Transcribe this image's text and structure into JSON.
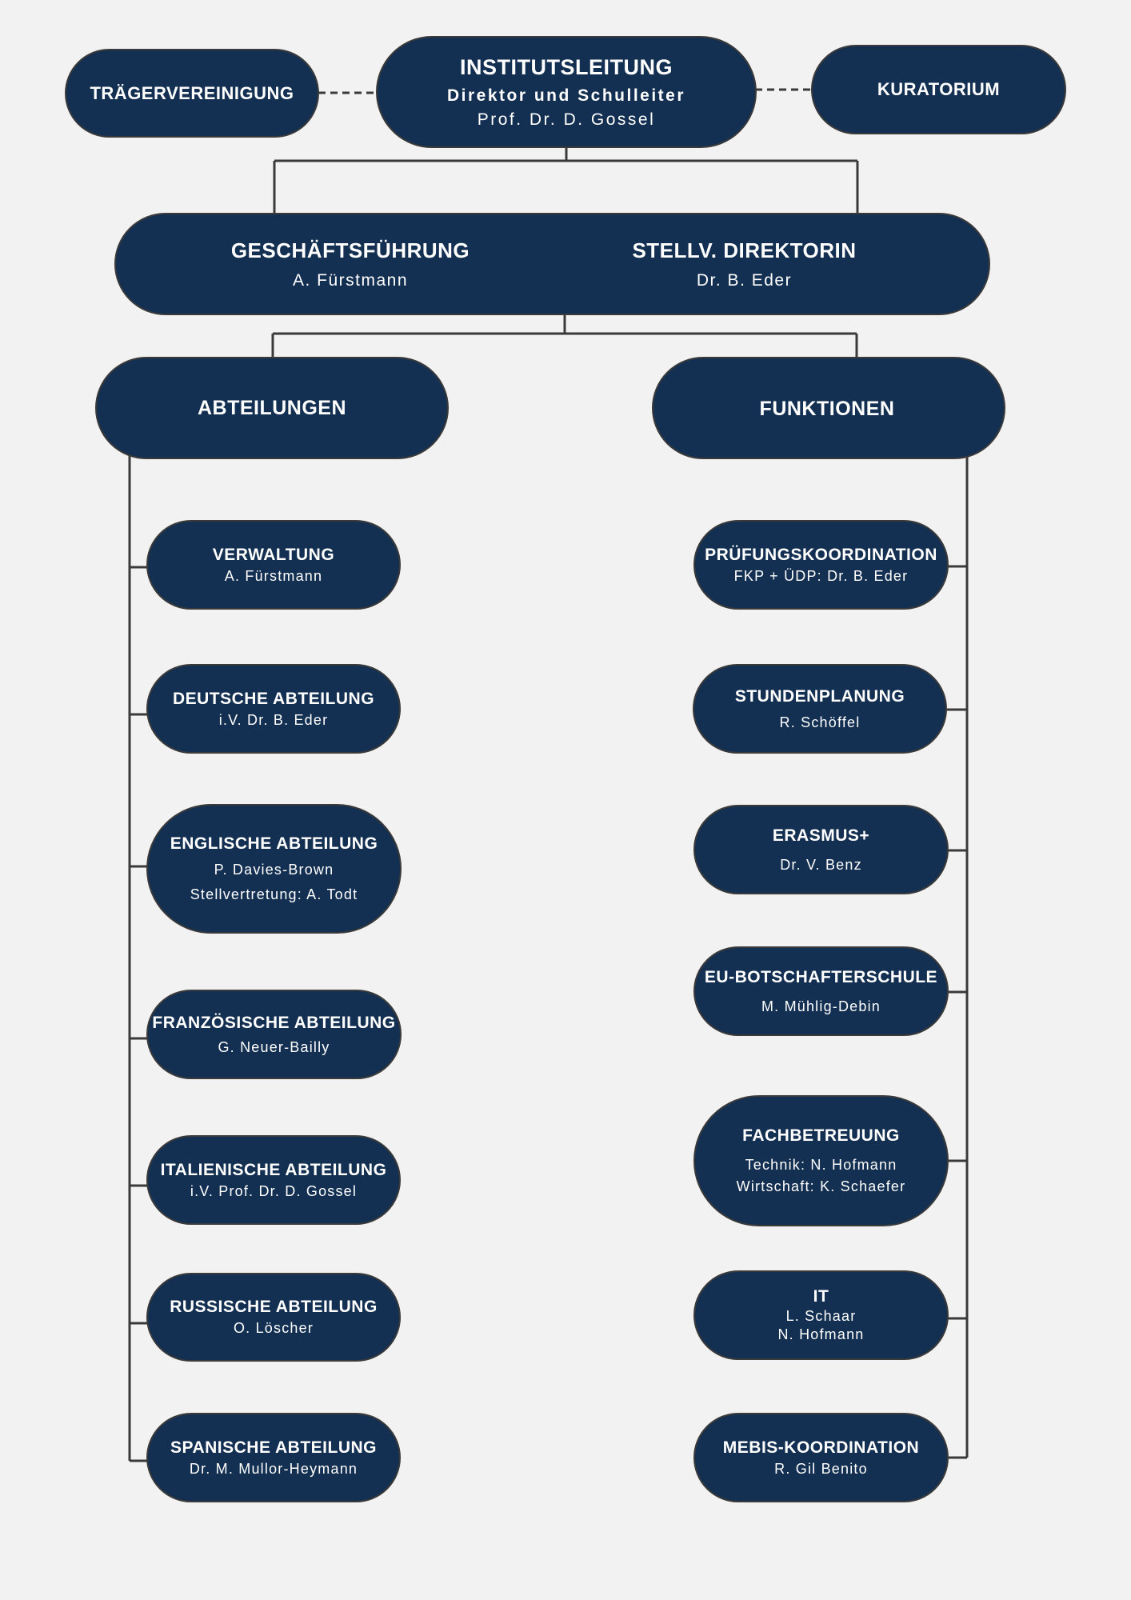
{
  "colors": {
    "node": "#132f51",
    "line": "#3a3a3a",
    "background": "#f2f2f2"
  },
  "top": {
    "left": {
      "title": "TRÄGERVEREINIGUNG"
    },
    "head": {
      "title": "INSTITUTSLEITUNG",
      "role": "Direktor und Schulleiter",
      "name": "Prof. Dr. D. Gossel"
    },
    "right": {
      "title": "KURATORIUM"
    }
  },
  "management": {
    "left": {
      "title": "GESCHÄFTSFÜHRUNG",
      "name": "A. Fürstmann"
    },
    "right": {
      "title": "STELLV. DIREKTORIN",
      "name": "Dr. B. Eder"
    }
  },
  "columns": {
    "left": {
      "title": "ABTEILUNGEN"
    },
    "right": {
      "title": "FUNKTIONEN"
    }
  },
  "departments": [
    {
      "title": "VERWALTUNG",
      "lines": [
        "A. Fürstmann"
      ]
    },
    {
      "title": "DEUTSCHE ABTEILUNG",
      "lines": [
        "i.V. Dr. B. Eder"
      ]
    },
    {
      "title": "ENGLISCHE ABTEILUNG",
      "lines": [
        "P. Davies-Brown",
        "Stellvertretung: A. Todt"
      ]
    },
    {
      "title": "FRANZÖSISCHE ABTEILUNG",
      "lines": [
        "G. Neuer-Bailly"
      ]
    },
    {
      "title": "ITALIENISCHE ABTEILUNG",
      "lines": [
        "i.V. Prof. Dr. D. Gossel"
      ]
    },
    {
      "title": "RUSSISCHE ABTEILUNG",
      "lines": [
        "O. Löscher"
      ]
    },
    {
      "title": "SPANISCHE ABTEILUNG",
      "lines": [
        "Dr. M. Mullor-Heymann"
      ]
    }
  ],
  "functions": [
    {
      "title": "PRÜFUNGSKOORDINATION",
      "lines": [
        "FKP + ÜDP: Dr. B. Eder"
      ]
    },
    {
      "title": "STUNDENPLANUNG",
      "lines": [
        "R. Schöffel"
      ]
    },
    {
      "title": "ERASMUS+",
      "lines": [
        "Dr. V. Benz"
      ]
    },
    {
      "title": "EU-BOTSCHAFTERSCHULE",
      "lines": [
        "M. Mühlig-Debin"
      ]
    },
    {
      "title": "FACHBETREUUNG",
      "lines": [
        "Technik: N. Hofmann",
        "Wirtschaft: K. Schaefer"
      ]
    },
    {
      "title": "IT",
      "lines": [
        "L. Schaar",
        "N. Hofmann"
      ]
    },
    {
      "title": "MEBIS-KOORDINATION",
      "lines": [
        "R. Gil Benito"
      ]
    }
  ]
}
